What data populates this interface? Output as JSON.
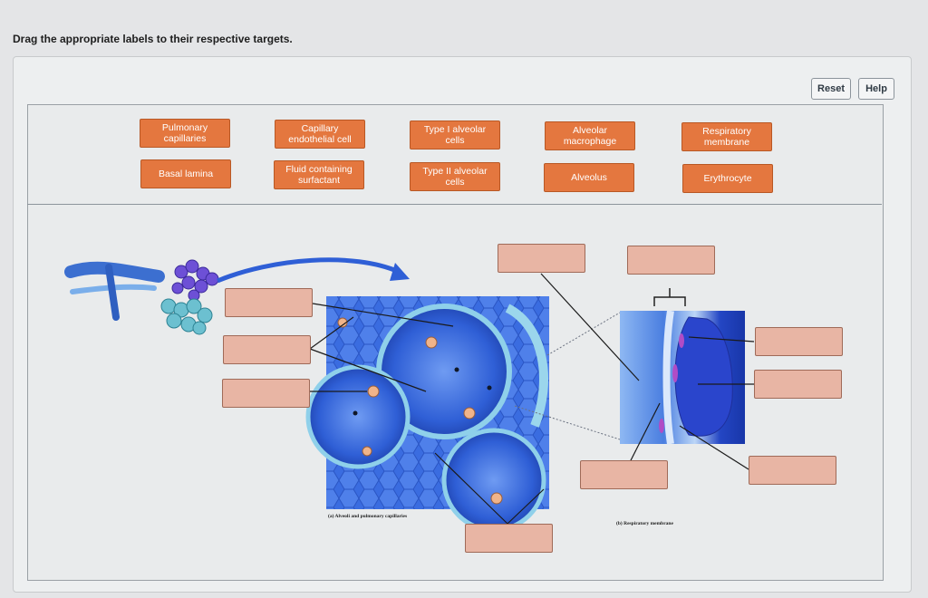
{
  "instruction": "Drag the appropriate labels to their respective targets.",
  "buttons": {
    "reset": "Reset",
    "help": "Help"
  },
  "label_bank": [
    "Pulmonary capillaries",
    "Capillary endothelial cell",
    "Type I alveolar cells",
    "Alveolar macrophage",
    "Respiratory membrane",
    "Basal lamina",
    "Fluid containing surfactant",
    "Type II alveolar cells",
    "Alveolus",
    "Erythrocyte"
  ],
  "figure": {
    "caption_a": "(a) Alveoli and pulmonary capillaries",
    "caption_b": "(b) Respiratory membrane"
  },
  "colors": {
    "label_fill": "#e4773f",
    "target_fill": "#e8b5a4",
    "tissue_blue": "#2f5fd6"
  }
}
